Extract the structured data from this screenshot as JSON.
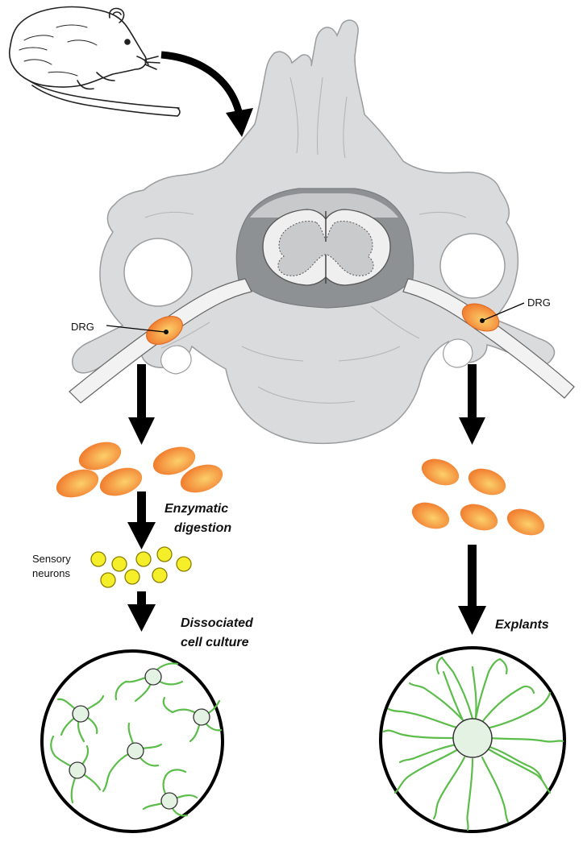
{
  "labels": {
    "drg_left": "DRG",
    "drg_right": "DRG",
    "enzymatic_line1": "Enzymatic",
    "enzymatic_line2": "digestion",
    "sensory_line1": "Sensory",
    "sensory_line2": "neurons",
    "dissociated_line1": "Dissociated",
    "dissociated_line2": "cell culture",
    "explants": "Explants"
  },
  "colors": {
    "bone": "#d9dbdc",
    "bone_stroke": "#9a9c9e",
    "canal": "#8e9193",
    "cord": "#efefef",
    "grey_matter": "#c9cacb",
    "ganglion_outer": "#f07a2c",
    "ganglion_inner": "#fbd06a",
    "neuron_fill": "#f5ee2a",
    "neuron_stroke": "#8a7f00",
    "neurite": "#5cbd4b",
    "soma": "#e3f2e3",
    "arrow": "#000000"
  },
  "icons": {
    "animal": "mouse-icon"
  }
}
